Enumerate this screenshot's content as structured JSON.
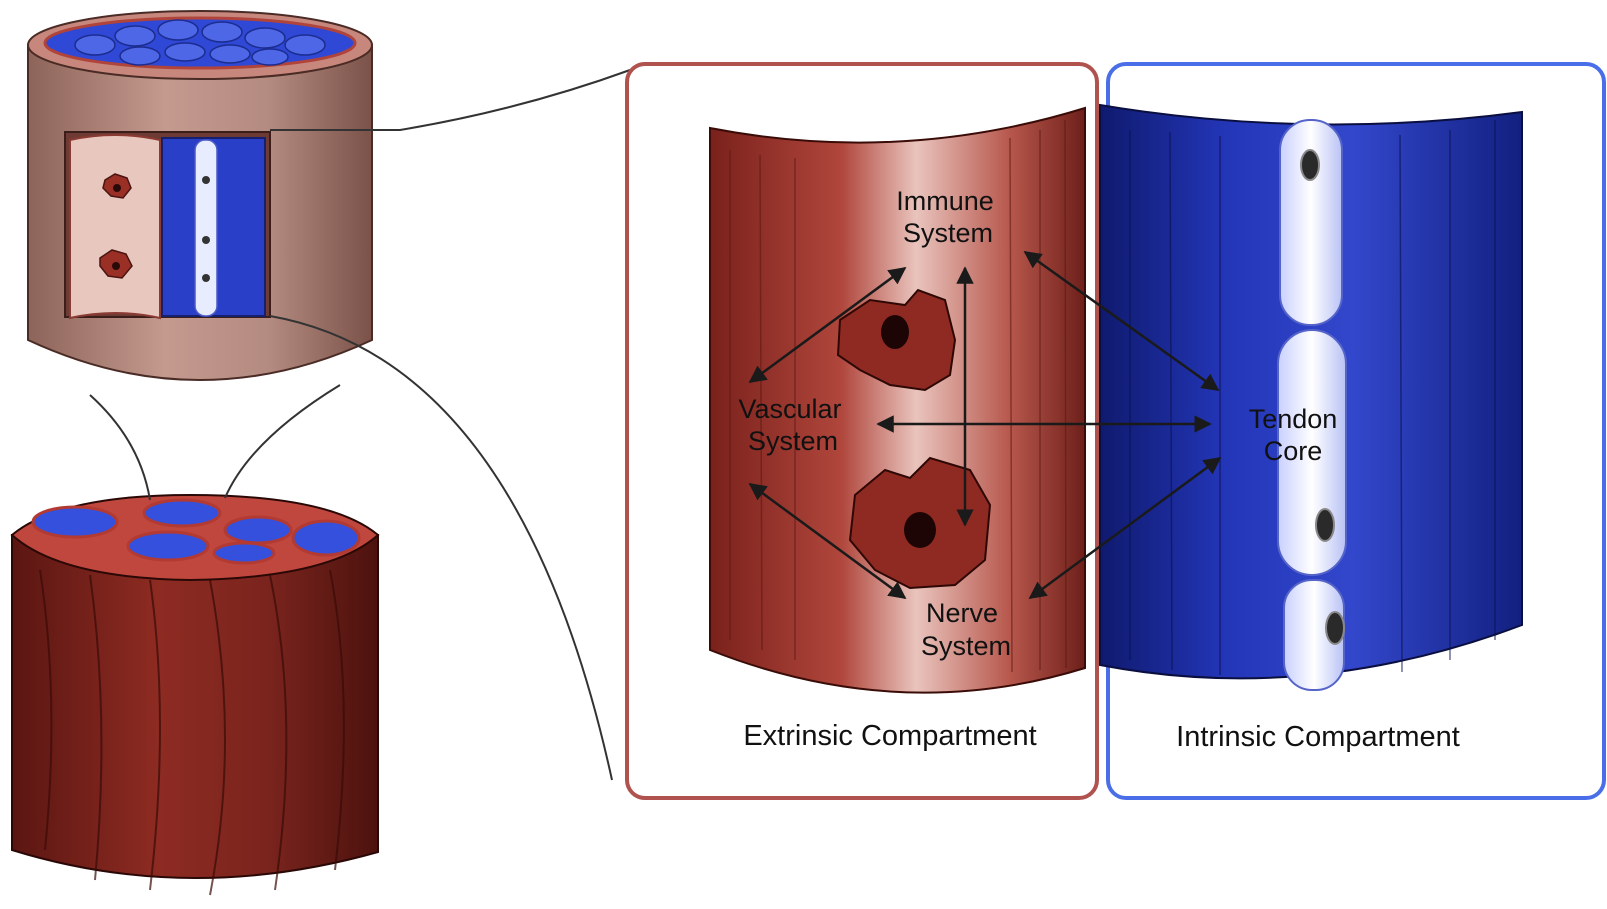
{
  "diagram": {
    "nodes": {
      "immune": [
        "Immune",
        "System"
      ],
      "vascular": [
        "Vascular",
        "System"
      ],
      "nerve": [
        "Nerve",
        "System"
      ],
      "tendon": [
        "Tendon",
        "Core"
      ]
    },
    "compartments": {
      "extrinsic": "Extrinsic Compartment",
      "intrinsic": "Intrinsic Compartment"
    },
    "colors": {
      "extrinsic_frame": "#b0524e",
      "intrinsic_frame": "#4a6ee8",
      "tissue_red": "#8e2a22",
      "tissue_blue": "#1e2fa8",
      "tendon_white": "#f2f4ff"
    },
    "connections": [
      [
        "vascular",
        "immune"
      ],
      [
        "immune",
        "nerve"
      ],
      [
        "vascular",
        "nerve"
      ],
      [
        "immune",
        "tendon"
      ],
      [
        "vascular",
        "tendon"
      ],
      [
        "nerve",
        "tendon"
      ]
    ]
  }
}
